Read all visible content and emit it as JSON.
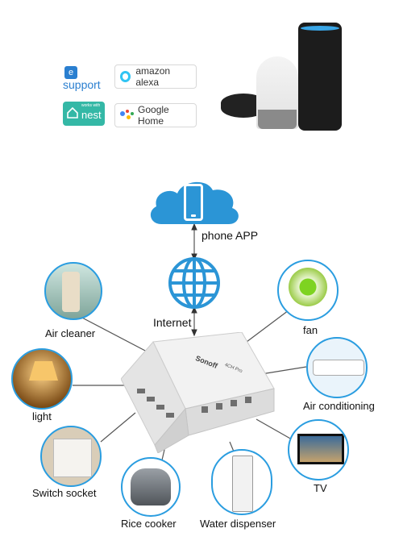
{
  "compat": {
    "ewelink_line1": "e",
    "ewelink_line2": "support",
    "nest_small": "works with",
    "nest_label": "nest",
    "alexa_label": "amazon alexa",
    "google_label": "Google Home"
  },
  "cloud": {
    "label": "phone APP"
  },
  "internet": {
    "label": "Internet"
  },
  "device": {
    "brand": "Sonoff",
    "model": "4CH Pro"
  },
  "appliances": {
    "air_cleaner": "Air cleaner",
    "light": "light",
    "switch_socket": "Switch socket",
    "rice_cooker": "Rice cooker",
    "water_dispenser": "Water dispenser",
    "tv": "TV",
    "air_conditioning": "Air conditioning",
    "fan": "fan"
  },
  "colors": {
    "accent": "#2a9de0",
    "cloud": "#2b95d6"
  }
}
